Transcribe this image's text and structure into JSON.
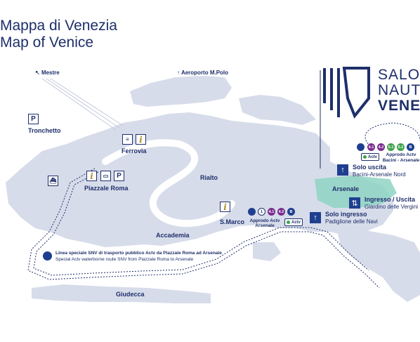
{
  "title": {
    "it": "Mappa di Venezia",
    "en": "Map of Venice"
  },
  "brand": {
    "line1": "SALON",
    "line2": "NAUTIC",
    "line3": "VENEZ"
  },
  "directions": {
    "mestre": "Mestre",
    "airport": "Aeroporto M.Polo"
  },
  "places": {
    "tronchetto": "Tronchetto",
    "ferrovia": "Ferrovia",
    "piazzale_roma": "Piazzale Roma",
    "rialto": "Rialto",
    "s_marco": "S.Marco",
    "accademia": "Accademia",
    "giudecca": "Giudecca",
    "arsenale": "Arsenale"
  },
  "symbols": {
    "parking": "P",
    "info": "i"
  },
  "stops": {
    "approdo_arsenale": "Approdo Actv Arsenale",
    "approdo_bacini": "Approdo Actv Bacini - Arsenale",
    "actv": "Actv",
    "lines_smarco": [
      "1",
      "4.1",
      "4.2",
      "B"
    ],
    "lines_bacini": [
      "4.1",
      "4.2",
      "5.1",
      "5.2",
      "B"
    ]
  },
  "gates": {
    "solo_uscita": "Solo uscita",
    "solo_uscita_sub": "Bacini-Arsenale Nord",
    "ingresso_uscita": "Ingresso / Uscita",
    "ingresso_uscita_sub": "Giardino delle Vergini",
    "solo_ingresso": "Solo ingresso",
    "solo_ingresso_sub": "Padiglione delle Navi"
  },
  "special_line": {
    "it": "Linea speciale SNV di trasporto pubblico Actv da Piazzale Roma ad Arsenale",
    "en": "Special Actv waterborne route SNV from Piazzale Roma to Arsenale"
  },
  "colors": {
    "land": "#d7dcea",
    "water": "#ffffff",
    "navy": "#1e2f6b",
    "arsenale": "#8fd3c4",
    "arrow": "#1e3f8f"
  }
}
